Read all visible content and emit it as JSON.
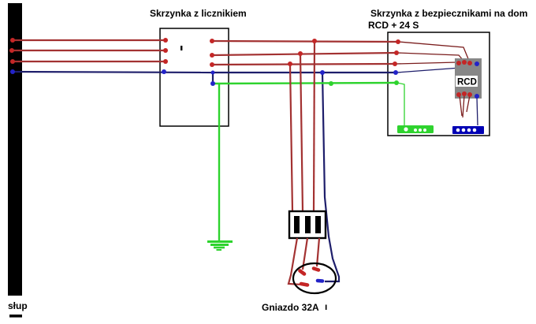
{
  "labels": {
    "meter_box_title": "Skrzynka z licznikiem",
    "fuse_box_title_line1": "Skrzynka z bezpiecznikami na dom",
    "fuse_box_title_line2": "RCD + 24 S",
    "rcd": "RCD",
    "socket": "Gniazdo 32A",
    "socket_tick": "ı",
    "pole": "słup"
  },
  "colors": {
    "phase_wire": "#a33232",
    "phase_dot": "#c42626",
    "phase_thin": "#7a1d1d",
    "neutral_wire": "#1e1e6b",
    "neutral_dot": "#2323c8",
    "neutral_terminal": "#0000b4",
    "pe_wire": "#2ed32e",
    "pe_terminal": "#2fd32f",
    "rcd_body": "#878787",
    "pole": "#000000",
    "outline": "#000000"
  }
}
